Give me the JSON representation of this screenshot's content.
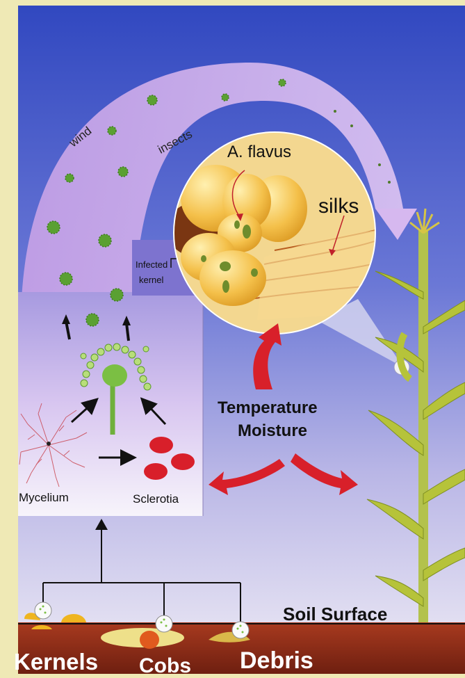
{
  "labels": {
    "wind": "wind",
    "insects": "insects",
    "a_flavus": "A. flavus",
    "silks": "silks",
    "infected_kernel_line1": "Infected",
    "infected_kernel_line2": "kernel",
    "temperature": "Temperature",
    "moisture": "Moisture",
    "mycelium": "Mycelium",
    "sclerotia": "Sclerotia",
    "soil_surface": "Soil Surface",
    "kernels": "Kernels",
    "cobs": "Cobs",
    "debris": "Debris"
  },
  "colors": {
    "frame": "#efe9b5",
    "sky_top": "#3a4fc4",
    "sky_bottom": "#d9d6ef",
    "arc_fill": "#c9a8e6",
    "panel_top": "#9a8fd8",
    "panel_bottom": "#f4f1fb",
    "spore_green": "#4f9a2e",
    "sclerotia_red": "#d81f2a",
    "red_arrow": "#d8202a",
    "soil": "#8b2a18",
    "kernel_yellow": "#f2bf3a",
    "corn_green": "#9ab53a"
  }
}
